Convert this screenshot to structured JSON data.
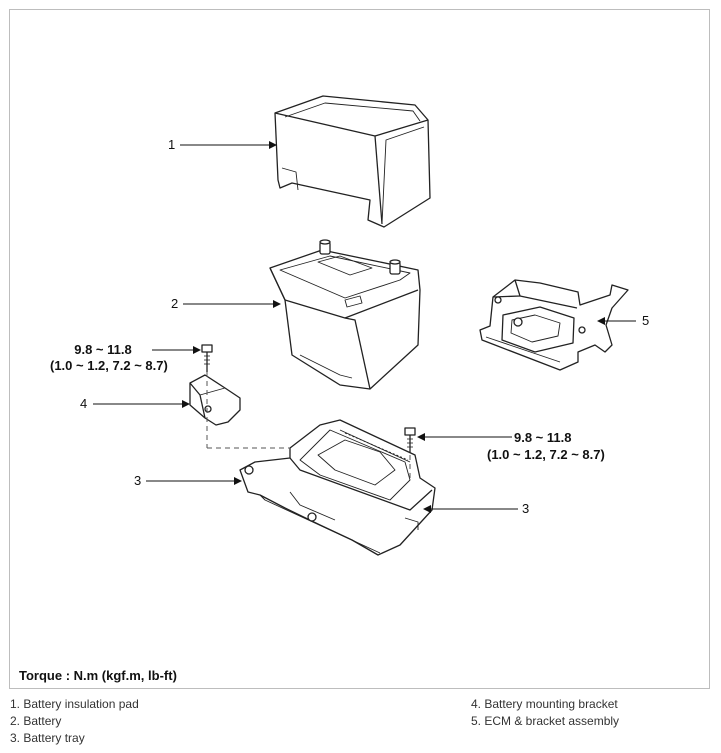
{
  "callouts": {
    "c1": "1",
    "c2": "2",
    "c3_left": "3",
    "c3_right": "3",
    "c4": "4",
    "c5": "5"
  },
  "torque_left": {
    "value": "9.8 ~ 11.8",
    "alt": "(1.0 ~ 1.2, 7.2 ~ 8.7)"
  },
  "torque_right": {
    "value": "9.8 ~ 11.8",
    "alt": "(1.0 ~ 1.2, 7.2 ~ 8.7)"
  },
  "torque_unit_label": "Torque : N.m (kgf.m, lb-ft)",
  "legend": {
    "left": [
      "1. Battery insulation pad",
      "2. Battery",
      "3. Battery tray"
    ],
    "right": [
      "4. Battery mounting bracket",
      "5. ECM & bracket assembly"
    ]
  }
}
